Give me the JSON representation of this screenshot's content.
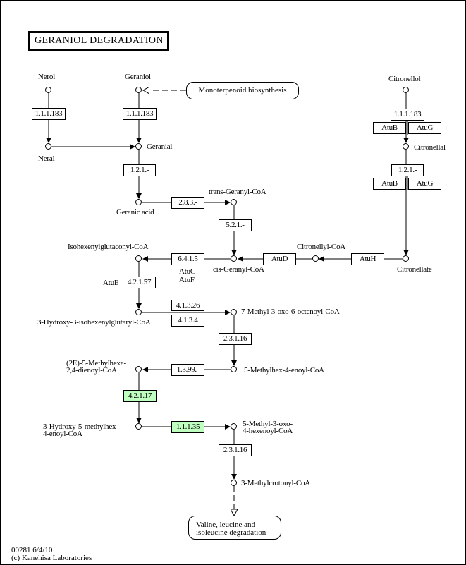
{
  "title": "GERANIOL  DEGRADATION",
  "map_links": {
    "monoterpenoid": "Monoterpenoid biosynthesis",
    "valine_line1": "Valine, leucine and",
    "valine_line2": "isoleucine degradation"
  },
  "compounds": {
    "nerol": "Nerol",
    "geraniol": "Geraniol",
    "citronellol": "Citronellol",
    "neral": "Neral",
    "geranial": "Geranial",
    "citronellal": "Citronellal",
    "geranic_acid": "Geranic acid",
    "trans_geranyl_coa": "trans-Geranyl-CoA",
    "isohexenylglutaconyl_coa": "Isohexenylglutaconyl-CoA",
    "cis_geranyl_coa": "cis-Geranyl-CoA",
    "citronellyl_coa": "Citronellyl-CoA",
    "citronellate": "Citronellate",
    "hydroxy_isohexenylglutaryl_coa": "3-Hydroxy-3-isohexenylglutaryl-CoA",
    "methyl_oxo_octenoyl_coa": "7-Methyl-3-oxo-6-octenoyl-CoA",
    "methylhexa_dienoyl_coa_1": "(2E)-5-Methylhexa-",
    "methylhexa_dienoyl_coa_2": "2,4-dienoyl-CoA",
    "methylhex_enoyl_coa": "5-Methylhex-4-enoyl-CoA",
    "hydroxy_methylhex_enoyl_coa_1": "3-Hydroxy-5-methylhex-",
    "hydroxy_methylhex_enoyl_coa_2": "4-enoyl-CoA",
    "methyl_oxo_hexenoyl_coa_1": "5-Methyl-3-oxo-",
    "methyl_oxo_hexenoyl_coa_2": "4-hexenoyl-CoA",
    "methylcrotonyl_coa": "3-Methylcrotonyl-CoA"
  },
  "enzymes": {
    "e_nerol": "1.1.1.183",
    "e_geraniol": "1.1.1.183",
    "e_citronellol": "1.1.1.183",
    "e_citronellol_atub": "AtuB",
    "e_citronellol_atug": "AtuG",
    "e_geranial": "1.2.1.-",
    "e_citronellal": "1.2.1.-",
    "e_citronellal_atub": "AtuB",
    "e_citronellal_atug": "AtuG",
    "e_geranic": "2.8.3.-",
    "e_trans_cis": "5.2.1.-",
    "e_carboxylase": "6.4.1.5",
    "e_carboxylase_g1": "AtuC",
    "e_carboxylase_g2": "AtuF",
    "e_atud": "AtuD",
    "e_atuh": "AtuH",
    "e_hydratase_gene": "AtuE",
    "e_hydratase": "4.2.1.57",
    "e_lyase1": "4.1.3.26",
    "e_lyase2": "4.1.3.4",
    "e_thiolase1": "2.3.1.16",
    "e_dehydrogenase": "1.3.99.-",
    "e_enoyl_hydratase": "4.2.1.17",
    "e_hydroxyacyl_dh": "1.1.1.35",
    "e_thiolase2": "2.3.1.16"
  },
  "highlight_color": "#bfffbf",
  "footer": {
    "map_id": "00281 6/4/10",
    "copyright": "(c) Kanehisa Laboratories"
  }
}
